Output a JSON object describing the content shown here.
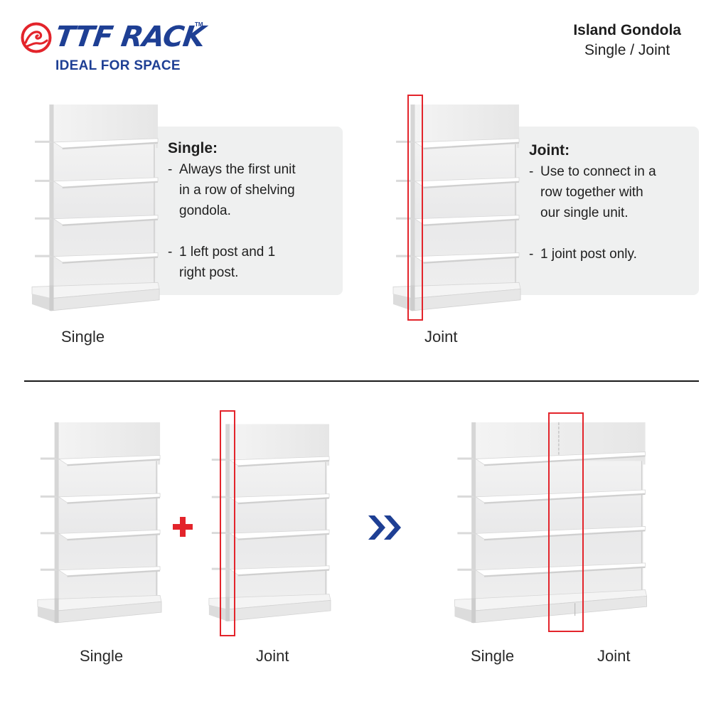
{
  "brand": {
    "name": "TTF RACK",
    "trademark": "TM",
    "tagline": "IDEAL FOR SPACE",
    "primary_color": "#1e3f94",
    "logo_color": "#e3242b",
    "logo_icon": "wave-circle-icon"
  },
  "header": {
    "title": "Island Gondola",
    "subtitle": "Single / Joint"
  },
  "top_section": {
    "single": {
      "caption": "Single",
      "panel": {
        "heading": "Single:",
        "bullets": [
          {
            "dash": "-",
            "lines": [
              "Always the first unit",
              "in a row of shelving",
              "gondola."
            ]
          },
          {
            "dash": "-",
            "lines": [
              "1 left post and 1",
              "right post."
            ]
          }
        ]
      }
    },
    "joint": {
      "caption": "Joint",
      "panel": {
        "heading": "Joint:",
        "bullets": [
          {
            "dash": "-",
            "lines": [
              "Use to connect in a",
              "row together with",
              "our single unit."
            ]
          },
          {
            "dash": "-",
            "lines": [
              "1 joint post only."
            ]
          }
        ]
      },
      "highlight": "joint-post"
    }
  },
  "bottom_section": {
    "left_caption": "Single",
    "right_caption": "Joint",
    "plus_symbol": "plus-icon",
    "arrow_symbol": "double-chevron-right-icon",
    "result_captions": [
      "Single",
      "Joint"
    ]
  },
  "colors": {
    "highlight_red": "#e3242b",
    "panel_bg": "#eff0f0",
    "arrow_blue": "#1e3f94",
    "divider": "#1a1a1a"
  }
}
